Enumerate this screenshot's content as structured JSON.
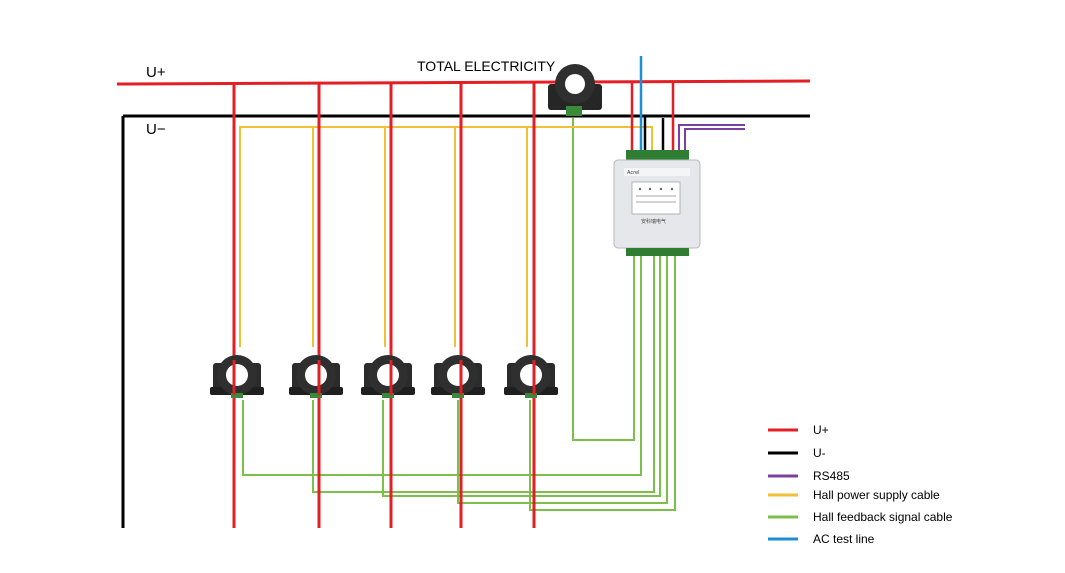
{
  "diagram": {
    "title": "TOTAL ELECTRICITY",
    "bus_positive_label": "U+",
    "bus_negative_label": "U−",
    "device_brand": "Acrel",
    "device_caption": "安科瑞电气"
  },
  "legend": [
    {
      "label": "U+",
      "color": "#e31e24"
    },
    {
      "label": "U-",
      "color": "#000000"
    },
    {
      "label": "RS485",
      "color": "#7b3fa0"
    },
    {
      "label": "Hall power supply cable",
      "color": "#f2c037"
    },
    {
      "label": "Hall feedback signal cable",
      "color": "#7cc04b"
    },
    {
      "label": "AC test line",
      "color": "#1e8fd6"
    }
  ],
  "colors": {
    "positive": "#e31e24",
    "negative": "#000000",
    "rs485": "#7b3fa0",
    "hall_power": "#f2c037",
    "hall_signal": "#7cc04b",
    "ac_test": "#1e8fd6"
  }
}
